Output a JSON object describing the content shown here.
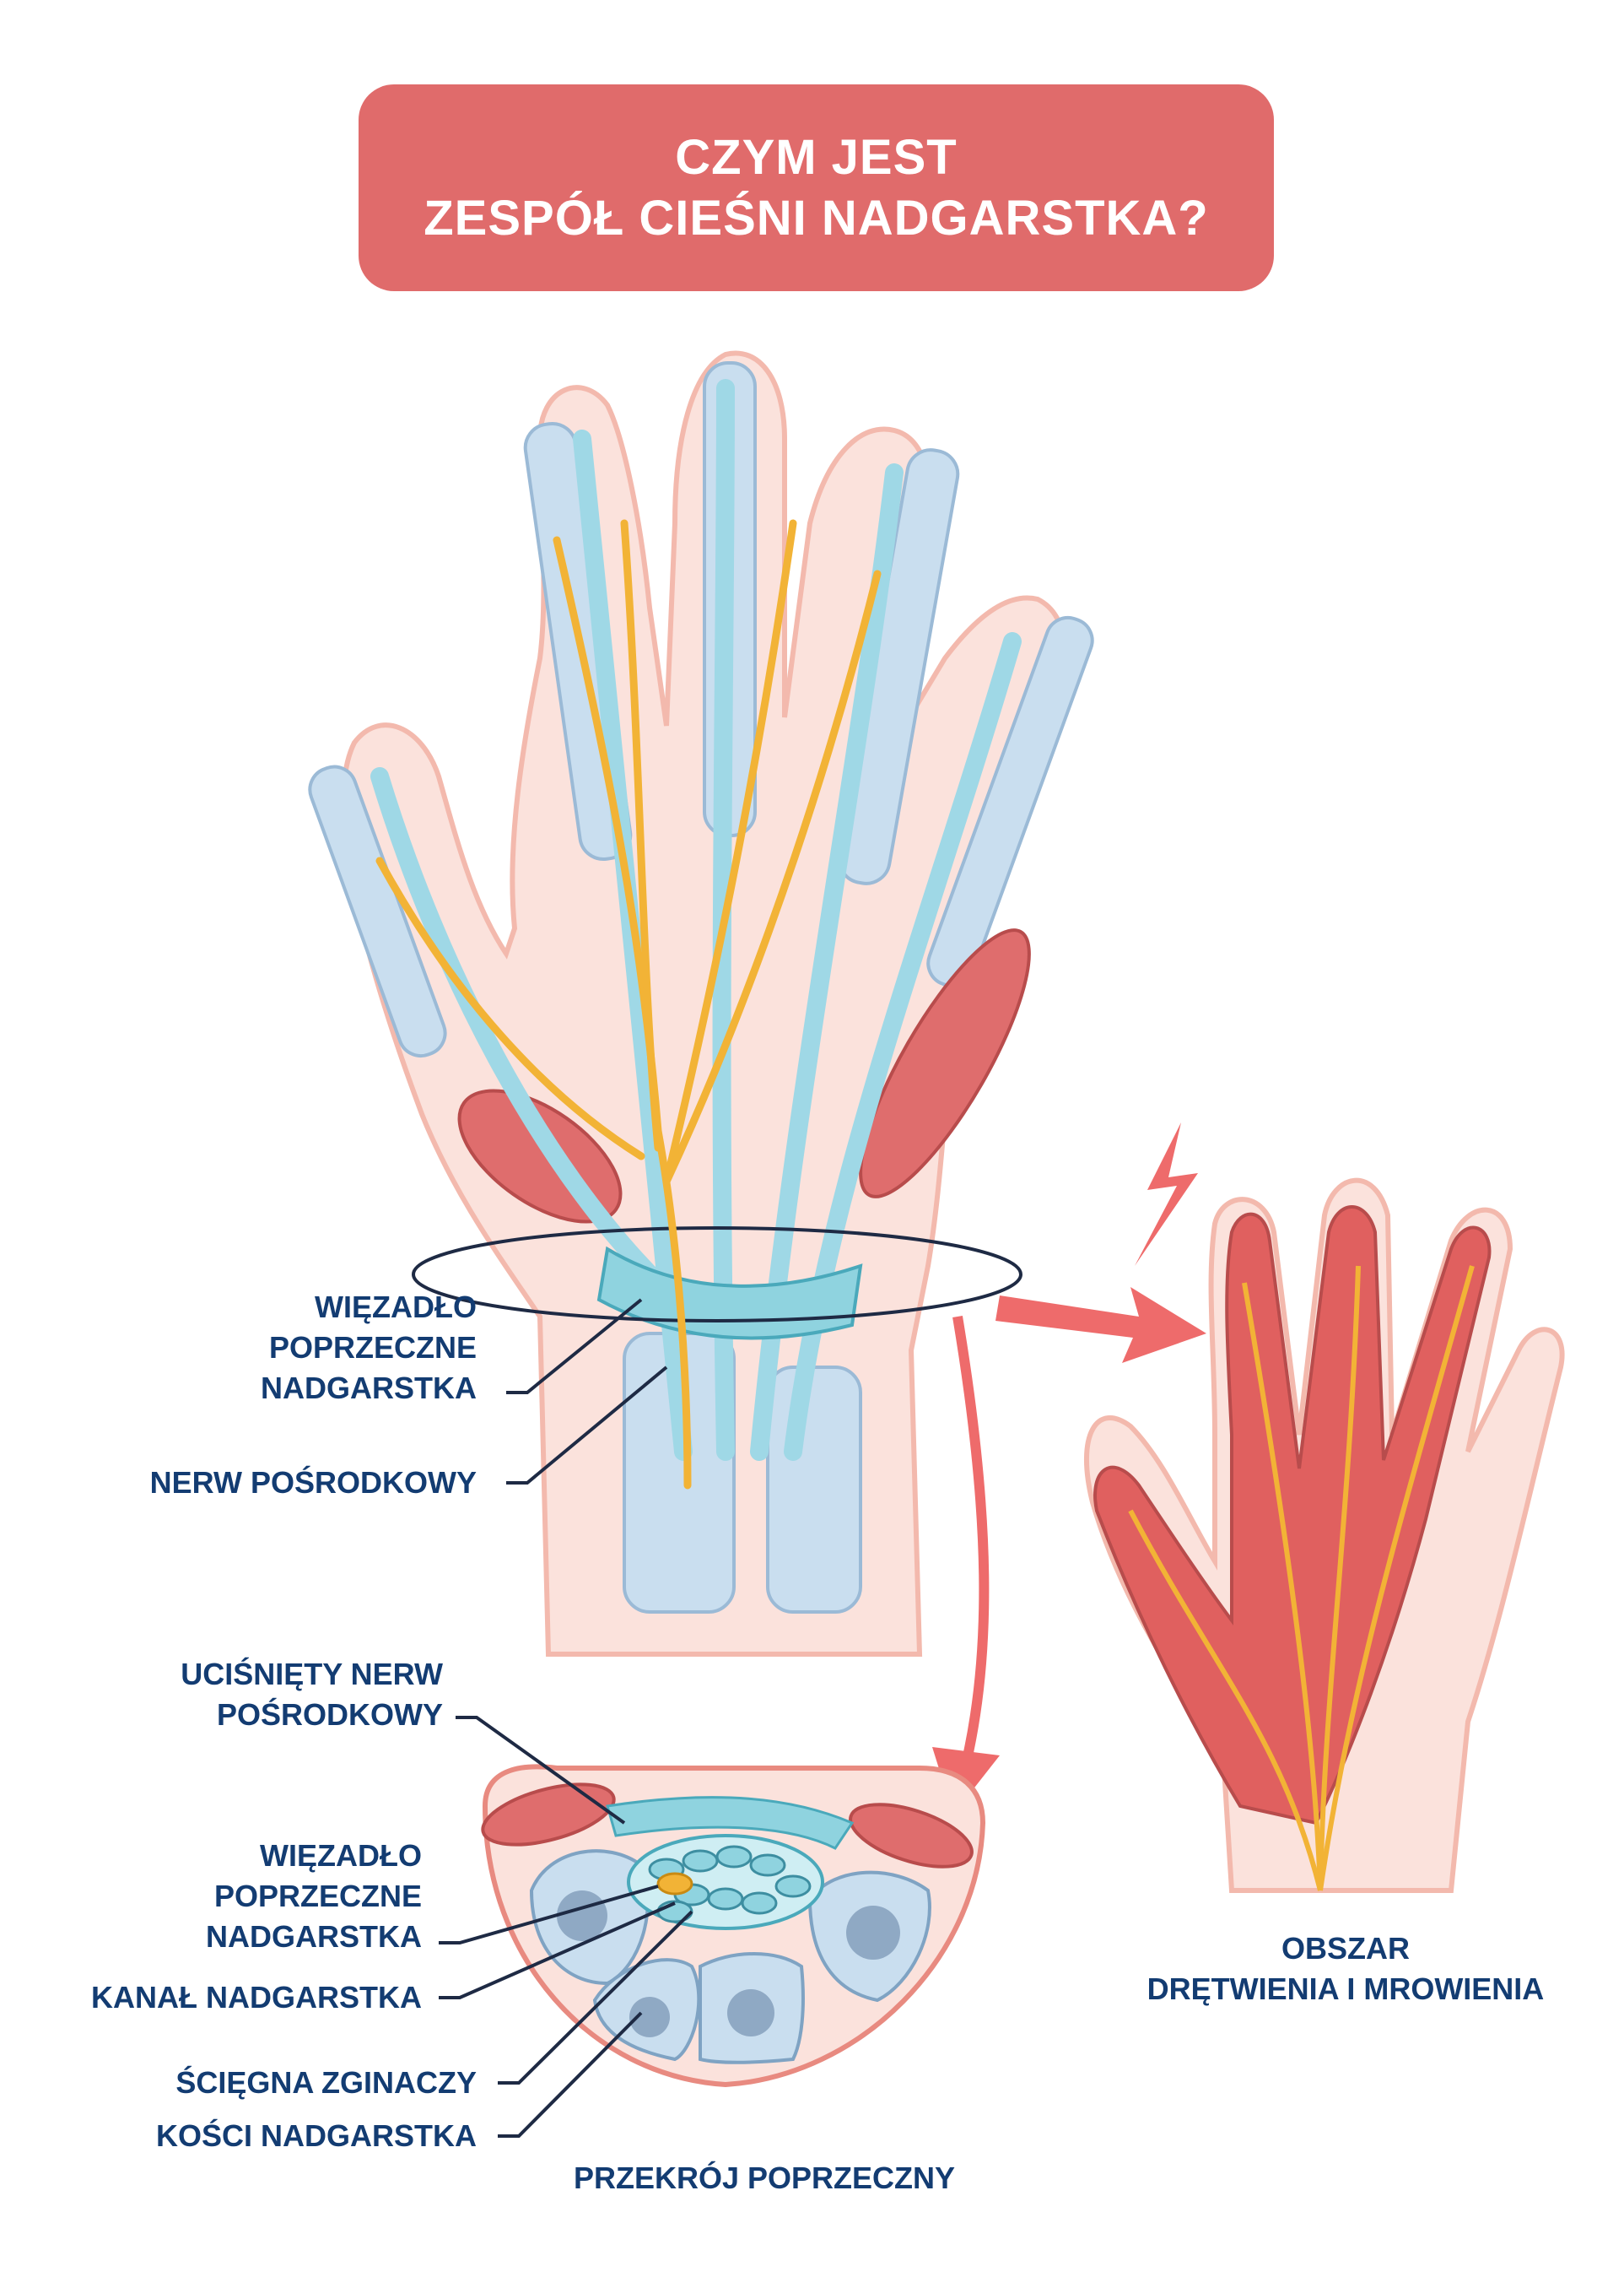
{
  "title": {
    "line1": "CZYM JEST",
    "line2": "ZESPÓŁ CIEŚNI NADGARSTKA?"
  },
  "labels": {
    "ligament_top": [
      "WIĘZADŁO",
      "POPRZECZNE",
      "NADGARSTKA"
    ],
    "median_nerve": "NERW POŚRODKOWY",
    "compressed_nerve": [
      "UCIŚNIĘTY NERW",
      "POŚRODKOWY"
    ],
    "ligament_cross": [
      "WIĘZADŁO",
      "POPRZECZNE",
      "NADGARSTKA"
    ],
    "carpal_tunnel": "KANAŁ NADGARSTKA",
    "flexor_tendons": "ŚCIĘGNA ZGINACZY",
    "carpal_bones": "KOŚCI NADGARSTKA",
    "cross_section": "PRZEKRÓJ POPRZECZNY",
    "numbness_area": [
      "OBSZAR",
      "DRĘTWIENIA I MROWIENIA"
    ]
  },
  "colors": {
    "banner": "#e06b6b",
    "label_text": "#133c72",
    "skin": "#fbe2dc",
    "skin_outline": "#f3b9ad",
    "bone": "#c9deef",
    "tendon": "#9fd8e6",
    "nerve": "#f2b336",
    "muscle": "#df6d6d",
    "arrow": "#ee6b6b",
    "pain_hand": "#e0605f"
  }
}
